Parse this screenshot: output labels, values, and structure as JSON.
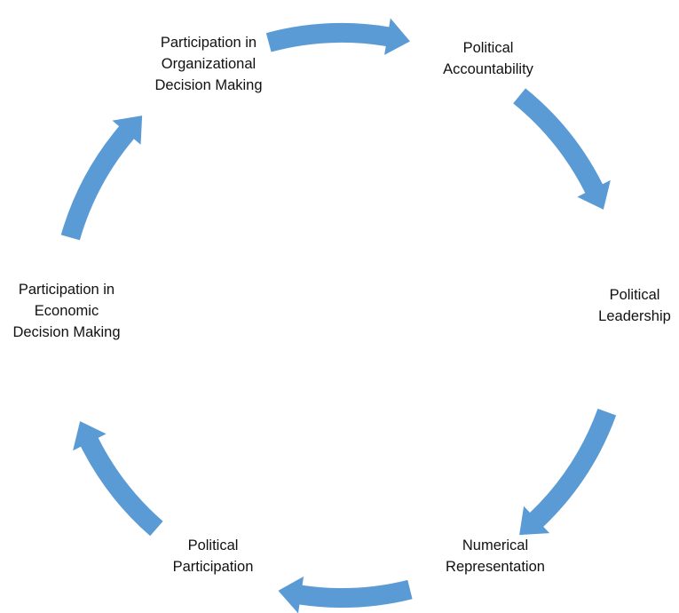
{
  "diagram": {
    "type": "cycle",
    "arrow_color": "#5b9bd5",
    "nodes": [
      {
        "id": "org",
        "lines": [
          "Participation in",
          "Organizational",
          "Decision Making"
        ]
      },
      {
        "id": "acc",
        "lines": [
          "Political",
          "Accountability"
        ]
      },
      {
        "id": "lead",
        "lines": [
          "Political",
          "Leadership"
        ]
      },
      {
        "id": "num",
        "lines": [
          "Numerical",
          "Representation"
        ]
      },
      {
        "id": "part",
        "lines": [
          "Political",
          "Participation"
        ]
      },
      {
        "id": "econ",
        "lines": [
          "Participation in",
          "Economic",
          "Decision Making"
        ]
      }
    ],
    "edges": [
      {
        "from": "org",
        "to": "acc"
      },
      {
        "from": "acc",
        "to": "lead"
      },
      {
        "from": "lead",
        "to": "num"
      },
      {
        "from": "num",
        "to": "part"
      },
      {
        "from": "part",
        "to": "econ"
      },
      {
        "from": "econ",
        "to": "org"
      }
    ]
  }
}
